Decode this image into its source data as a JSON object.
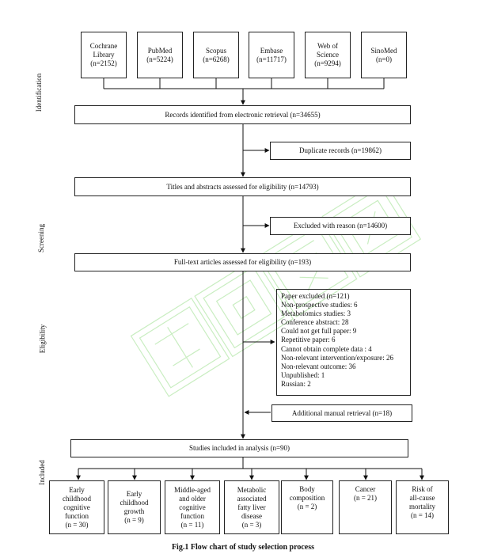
{
  "sources": [
    {
      "line1": "Cochrane",
      "line2": "Library",
      "count": "(n=2152)"
    },
    {
      "line1": "PubMed",
      "line2": "",
      "count": "(n=5224)"
    },
    {
      "line1": "Scopus",
      "line2": "",
      "count": "(n=6268)"
    },
    {
      "line1": "Embase",
      "line2": "",
      "count": "(n=11717)"
    },
    {
      "line1": "Web of",
      "line2": "Science",
      "count": "(n=9294)"
    },
    {
      "line1": "SinoMed",
      "line2": "",
      "count": "(n=0)"
    }
  ],
  "stages": {
    "identification": "Identification",
    "screening": "Screening",
    "eligibility": "Eligibility",
    "included": "Included"
  },
  "boxes": {
    "records_identified": "Records identified from electronic retrieval (n=34655)",
    "duplicates": "Duplicate records (n=19862)",
    "titles_abstracts": "Titles and abstracts assessed for eligibility (n=14793)",
    "excluded_reason": "Excluded with reason (n=14600)",
    "full_text": "Full-text articles assessed for eligibility (n=193)",
    "additional_manual": "Additional manual retrieval (n=18)",
    "studies_included": "Studies included in analysis (n=90)"
  },
  "paper_excluded": [
    "Paper excluded (n=121)",
    "Non-prospective studies: 6",
    "Metabolomics studies: 3",
    "Conference abstract: 28",
    "Could not get full paper: 9",
    "Repetitive paper: 6",
    "Cannot obtain complete data : 4",
    "Non-relevant intervention/exposure: 26",
    "Non-relevant outcome: 36",
    "Unpublished: 1",
    "Russian: 2"
  ],
  "outcomes": [
    {
      "lines": [
        "Early",
        "childhood",
        "cognitive",
        "function",
        "(n = 30)"
      ]
    },
    {
      "lines": [
        "Early",
        "childhood",
        "growth",
        "(n = 9)"
      ]
    },
    {
      "lines": [
        "Middle-aged",
        "and older",
        "cognitive",
        "function",
        "(n = 11)"
      ]
    },
    {
      "lines": [
        "Metabolic",
        "associated",
        "fatty liver",
        "disease",
        "(n = 3)"
      ]
    },
    {
      "lines": [
        "Body",
        "composition",
        "(n = 2)"
      ]
    },
    {
      "lines": [
        "Cancer",
        "(n = 21)"
      ]
    },
    {
      "lines": [
        "Risk of",
        "all-cause",
        "mortality",
        "(n = 14)"
      ]
    }
  ],
  "caption": "Fig.1 Flow chart of study selection process",
  "watermark_text": "中国知网",
  "colors": {
    "watermark": "#9ee08f",
    "border": "#222222"
  }
}
